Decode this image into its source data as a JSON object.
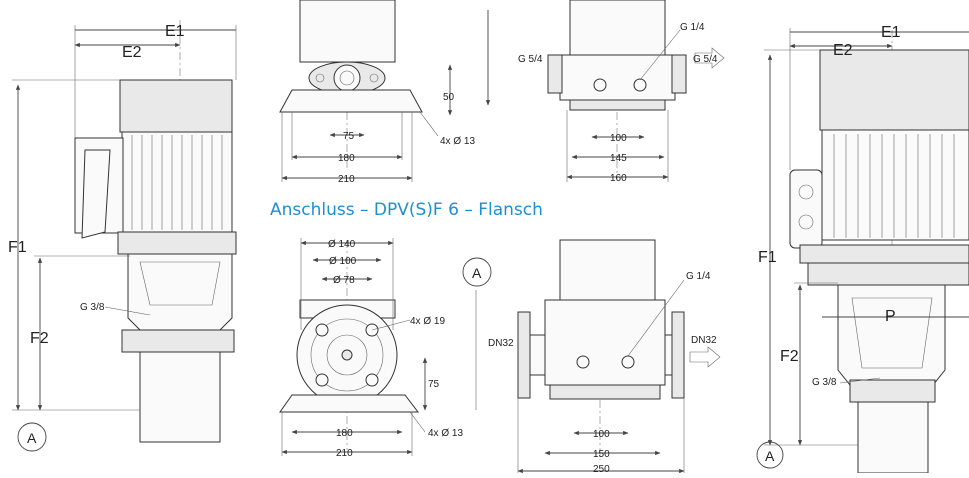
{
  "section_title": "Anschluss – DPV(S)F 6 – Flansch",
  "left_view": {
    "E1": "E1",
    "E2": "E2",
    "F1": "F1",
    "F2": "F2",
    "thread": "G 3/8",
    "datum": "A"
  },
  "top_flange_view": {
    "height": "50",
    "d75": "75",
    "d180": "180",
    "d210": "210",
    "holes": "4x Ø 13"
  },
  "top_side_view": {
    "g_left": "G 5/4",
    "g_right": "G 5/4",
    "g_top": "G 1/4",
    "d100": "100",
    "d145": "145",
    "d160": "160"
  },
  "bottom_flange_view": {
    "d140": "Ø 140",
    "d100": "Ø 100",
    "d78": "Ø 78",
    "holes19": "4x Ø 19",
    "d75": "75",
    "d180": "180",
    "d210": "210",
    "holes13": "4x Ø 13"
  },
  "bottom_side_view": {
    "datum": "A",
    "g_top": "G 1/4",
    "dn_left": "DN32",
    "dn_right": "DN32",
    "d100": "100",
    "d150": "150",
    "d250": "250"
  },
  "right_view": {
    "E1": "E1",
    "E2": "E2",
    "F1": "F1",
    "F2": "F2",
    "P": "P",
    "thread": "G 3/8",
    "datum": "A"
  }
}
